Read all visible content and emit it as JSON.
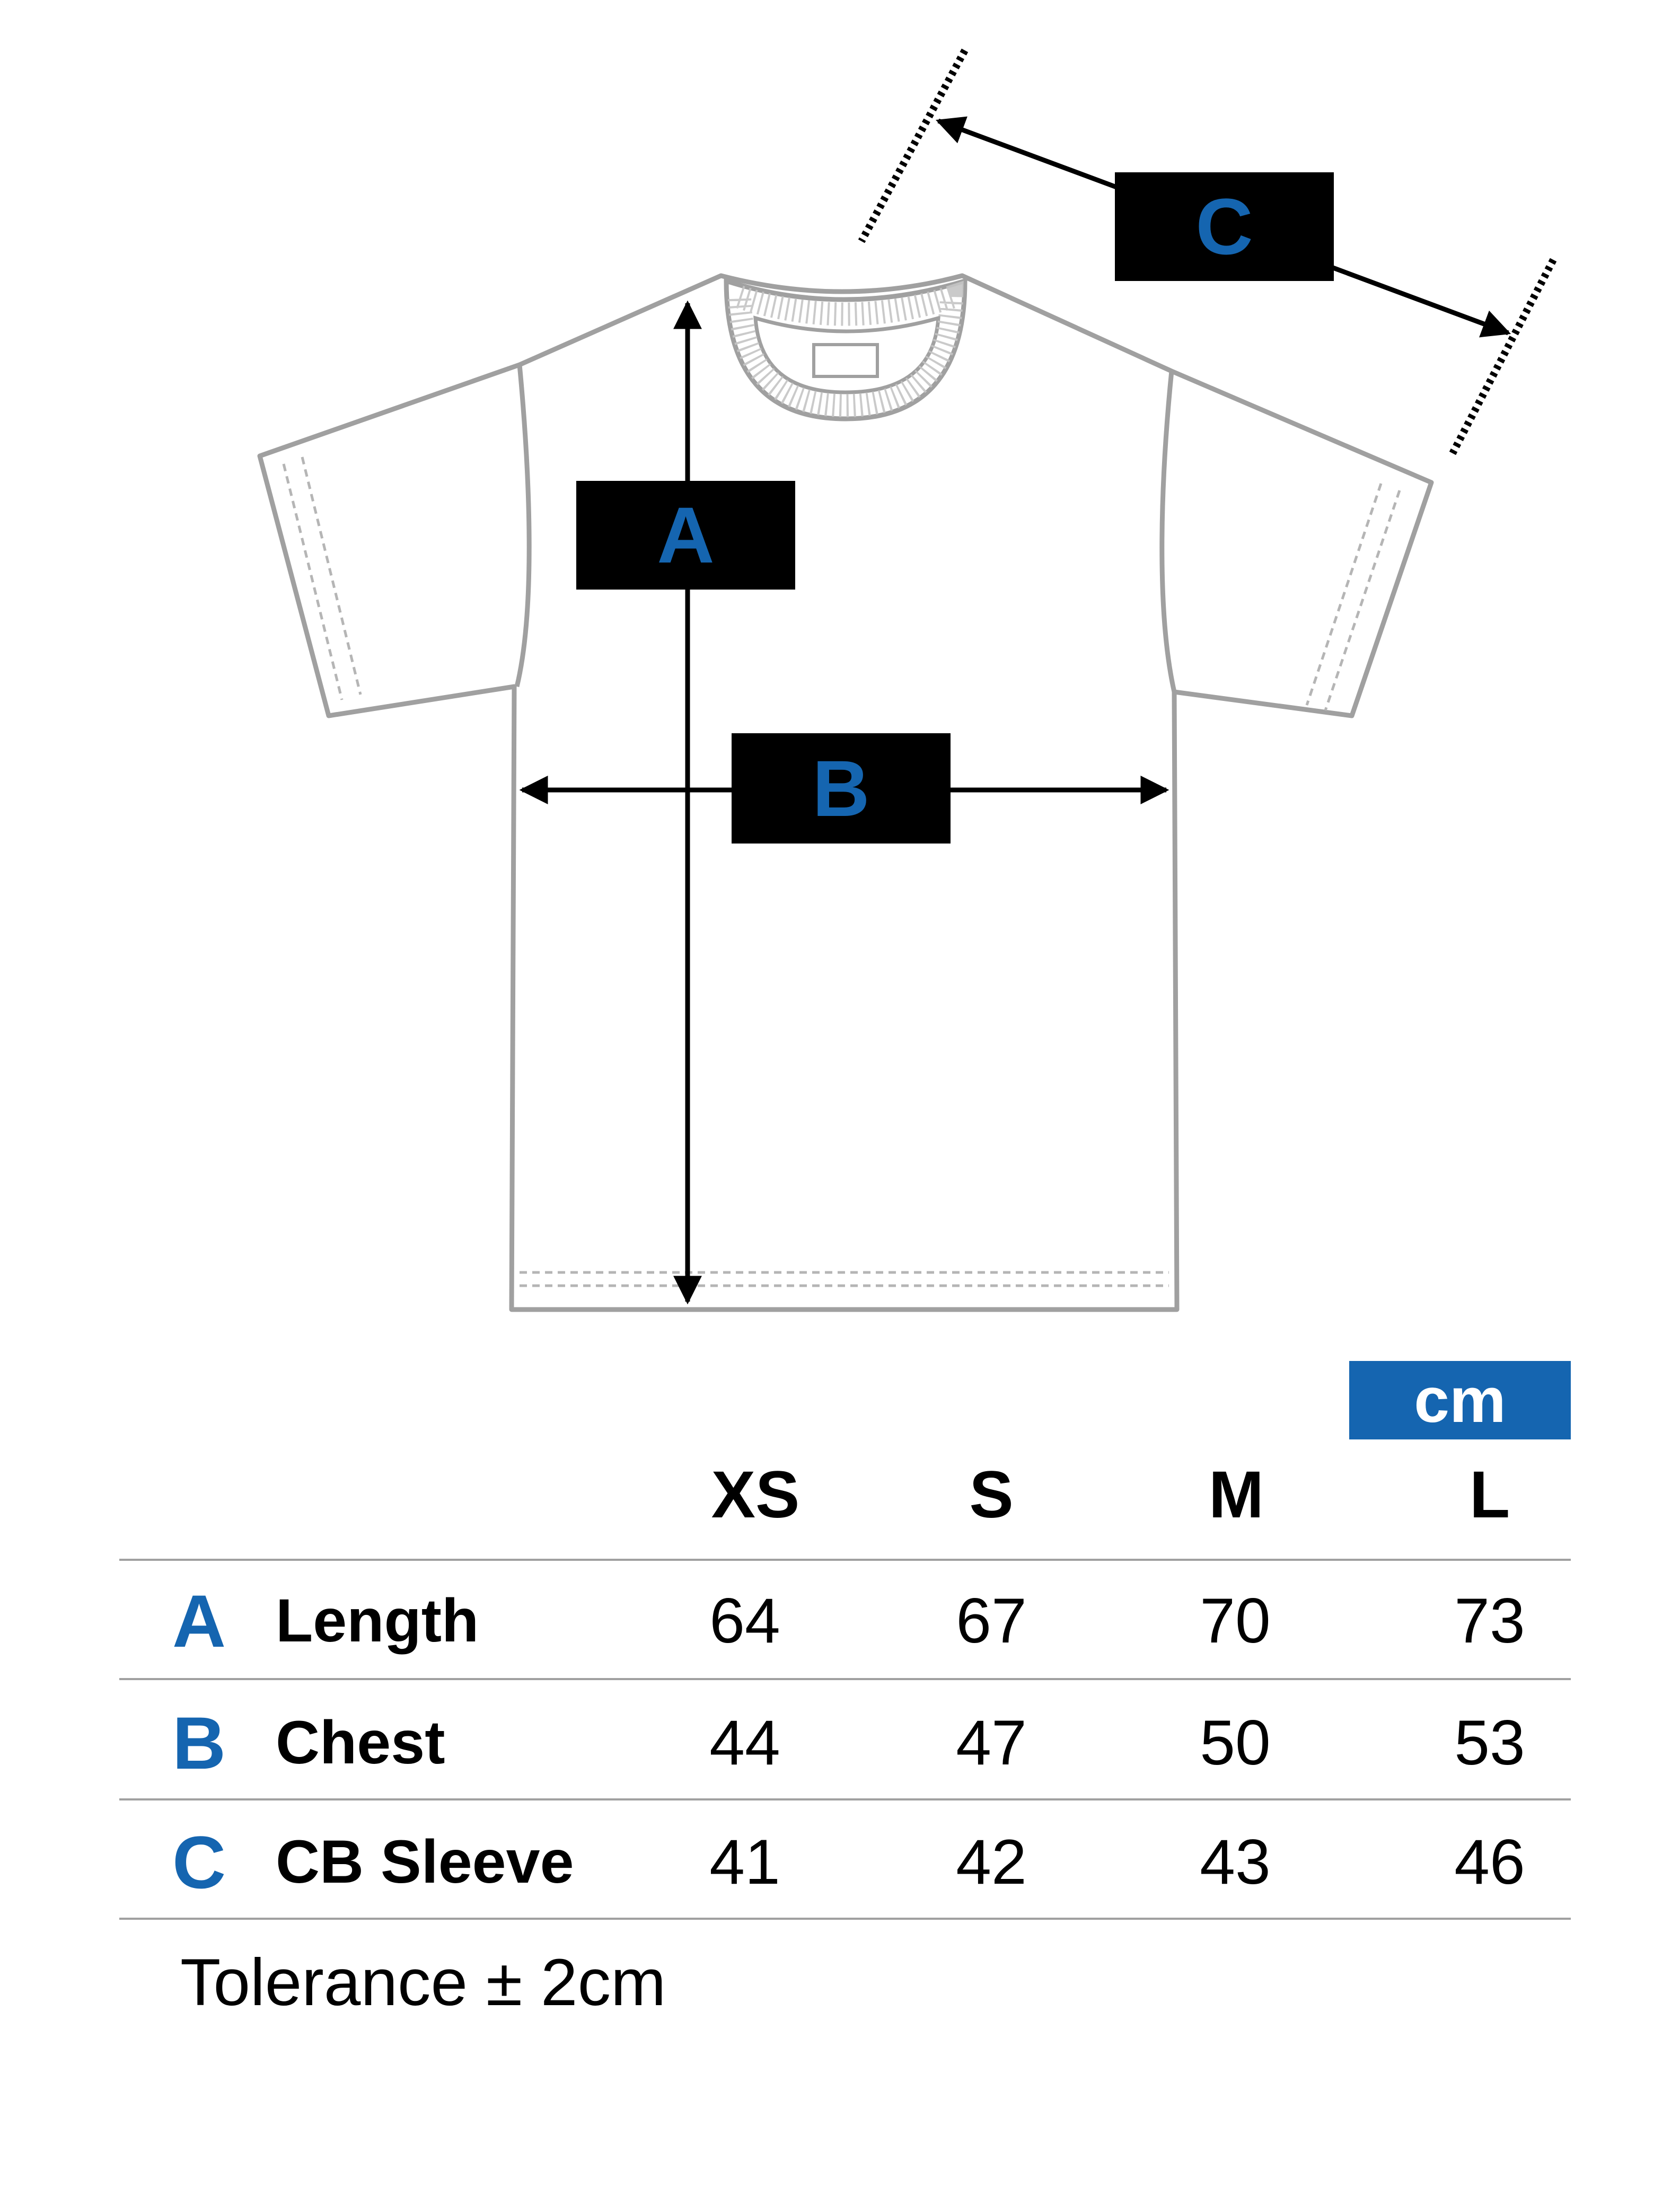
{
  "colors": {
    "accent": "#1565b0",
    "label_bg": "#000000",
    "garment_outline": "#a0a0a0"
  },
  "labels": {
    "a": "A",
    "b": "B",
    "c": "C"
  },
  "unit": "cm",
  "sizes": [
    "XS",
    "S",
    "M",
    "L"
  ],
  "rows": [
    {
      "letter": "A",
      "name": "Length",
      "values": [
        "64",
        "67",
        "70",
        "73"
      ]
    },
    {
      "letter": "B",
      "name": "Chest",
      "values": [
        "44",
        "47",
        "50",
        "53"
      ]
    },
    {
      "letter": "C",
      "name": "CB Sleeve",
      "values": [
        "41",
        "42",
        "43",
        "46"
      ]
    }
  ],
  "tolerance": "Tolerance ± 2cm"
}
